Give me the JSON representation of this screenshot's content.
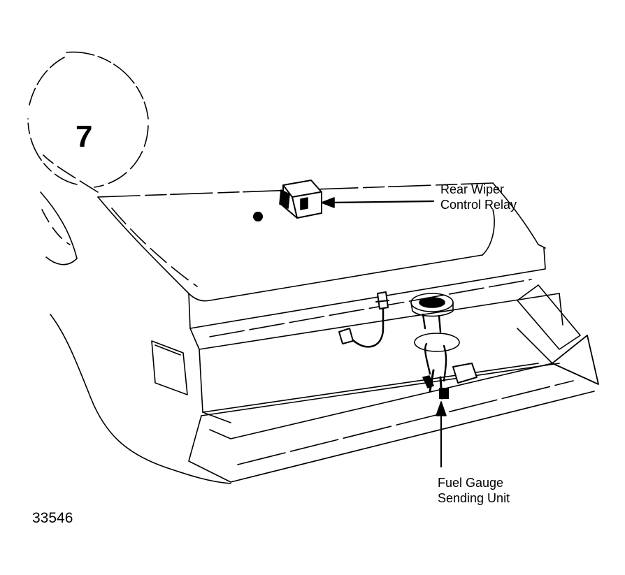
{
  "figure": {
    "badge_number": "7",
    "figure_id": "33546"
  },
  "callouts": {
    "relay": {
      "line1": "Rear Wiper",
      "line2": "Control Relay"
    },
    "fuel": {
      "line1": "Fuel Gauge",
      "line2": "Sending Unit"
    }
  },
  "colors": {
    "ink": "#000000",
    "paper": "#ffffff"
  }
}
